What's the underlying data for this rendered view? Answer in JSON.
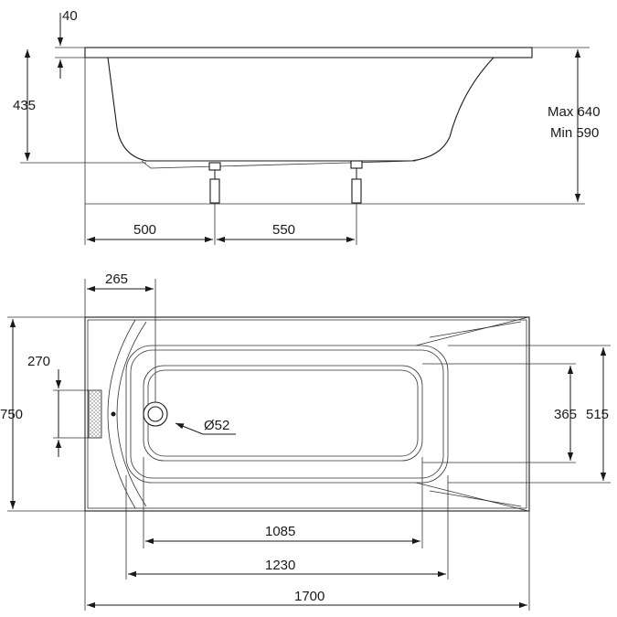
{
  "side_view": {
    "rim_thickness": "40",
    "bath_depth": "435",
    "height_max": "Max 640",
    "height_min": "Min 590",
    "leg_offset": "500",
    "leg_spacing": "550"
  },
  "top_view": {
    "drain_offset": "265",
    "overflow_height": "270",
    "width_total": "750",
    "drain_diameter": "Ø52",
    "inner_width": "365",
    "basin_width": "515",
    "inner_length": "1085",
    "basin_length": "1230",
    "total_length": "1700"
  }
}
